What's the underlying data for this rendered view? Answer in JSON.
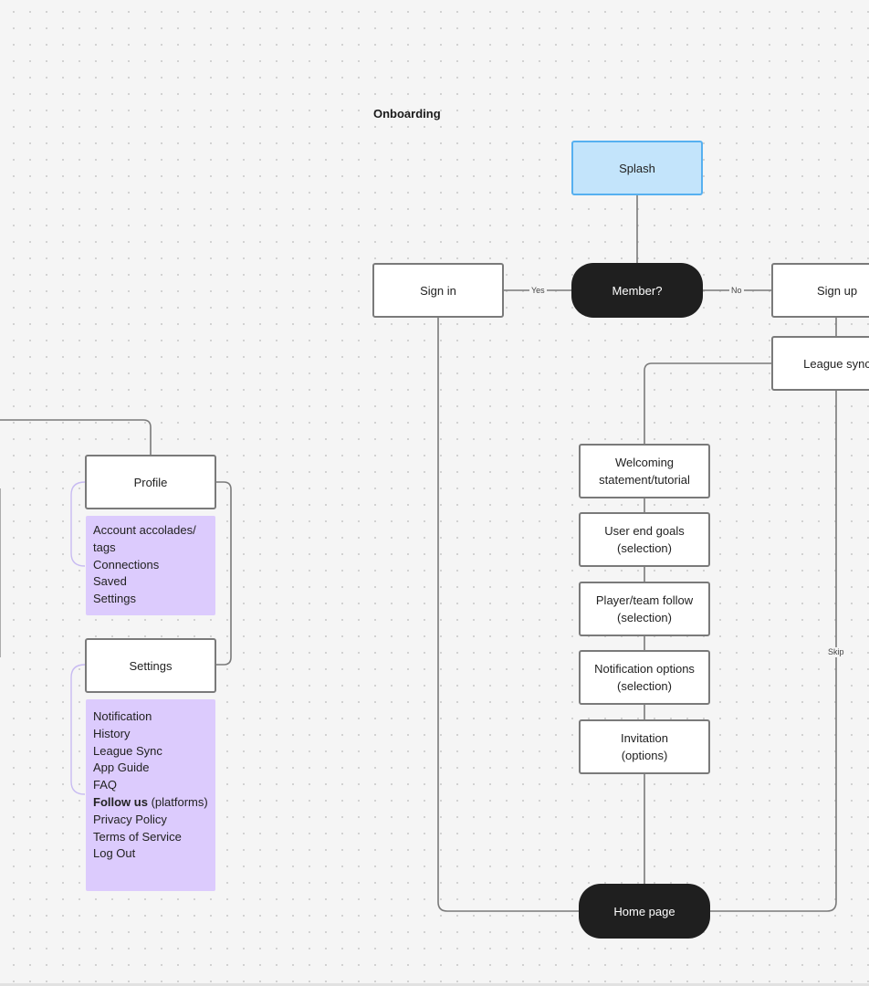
{
  "section_title": "Onboarding",
  "nodes": {
    "splash": "Splash",
    "member": "Member?",
    "sign_in": "Sign in",
    "sign_up": "Sign up",
    "league_sync": "League sync",
    "welcoming": [
      "Welcoming",
      "statement/tutorial"
    ],
    "user_goals": [
      "User end goals",
      "(selection)"
    ],
    "player_follow": [
      "Player/team follow",
      "(selection)"
    ],
    "notification_options": [
      "Notification options",
      "(selection)"
    ],
    "invitation": [
      "Invitation",
      "(options)"
    ],
    "home": "Home page",
    "profile": "Profile",
    "settings": "Settings"
  },
  "edge_labels": {
    "yes": "Yes",
    "no": "No",
    "skip": "Skip"
  },
  "profile_note": [
    "Account accolades/",
    "tags",
    "Connections",
    "Saved",
    "Settings"
  ],
  "settings_note": {
    "items_before": [
      "Notification",
      "History",
      "League Sync",
      "App Guide",
      "FAQ"
    ],
    "follow_bold": "Follow us",
    "follow_rest": " (platforms)",
    "items_after": [
      "Privacy Policy",
      "Terms of Service",
      "Log Out"
    ]
  },
  "colors": {
    "dot_grid": "#cfcfcf",
    "splash_fill": "#c3e4fb",
    "splash_border": "#56b0f0",
    "decision_fill": "#1f1f1f",
    "note_fill": "#dccbfd",
    "connector": "#7a7a7a"
  }
}
